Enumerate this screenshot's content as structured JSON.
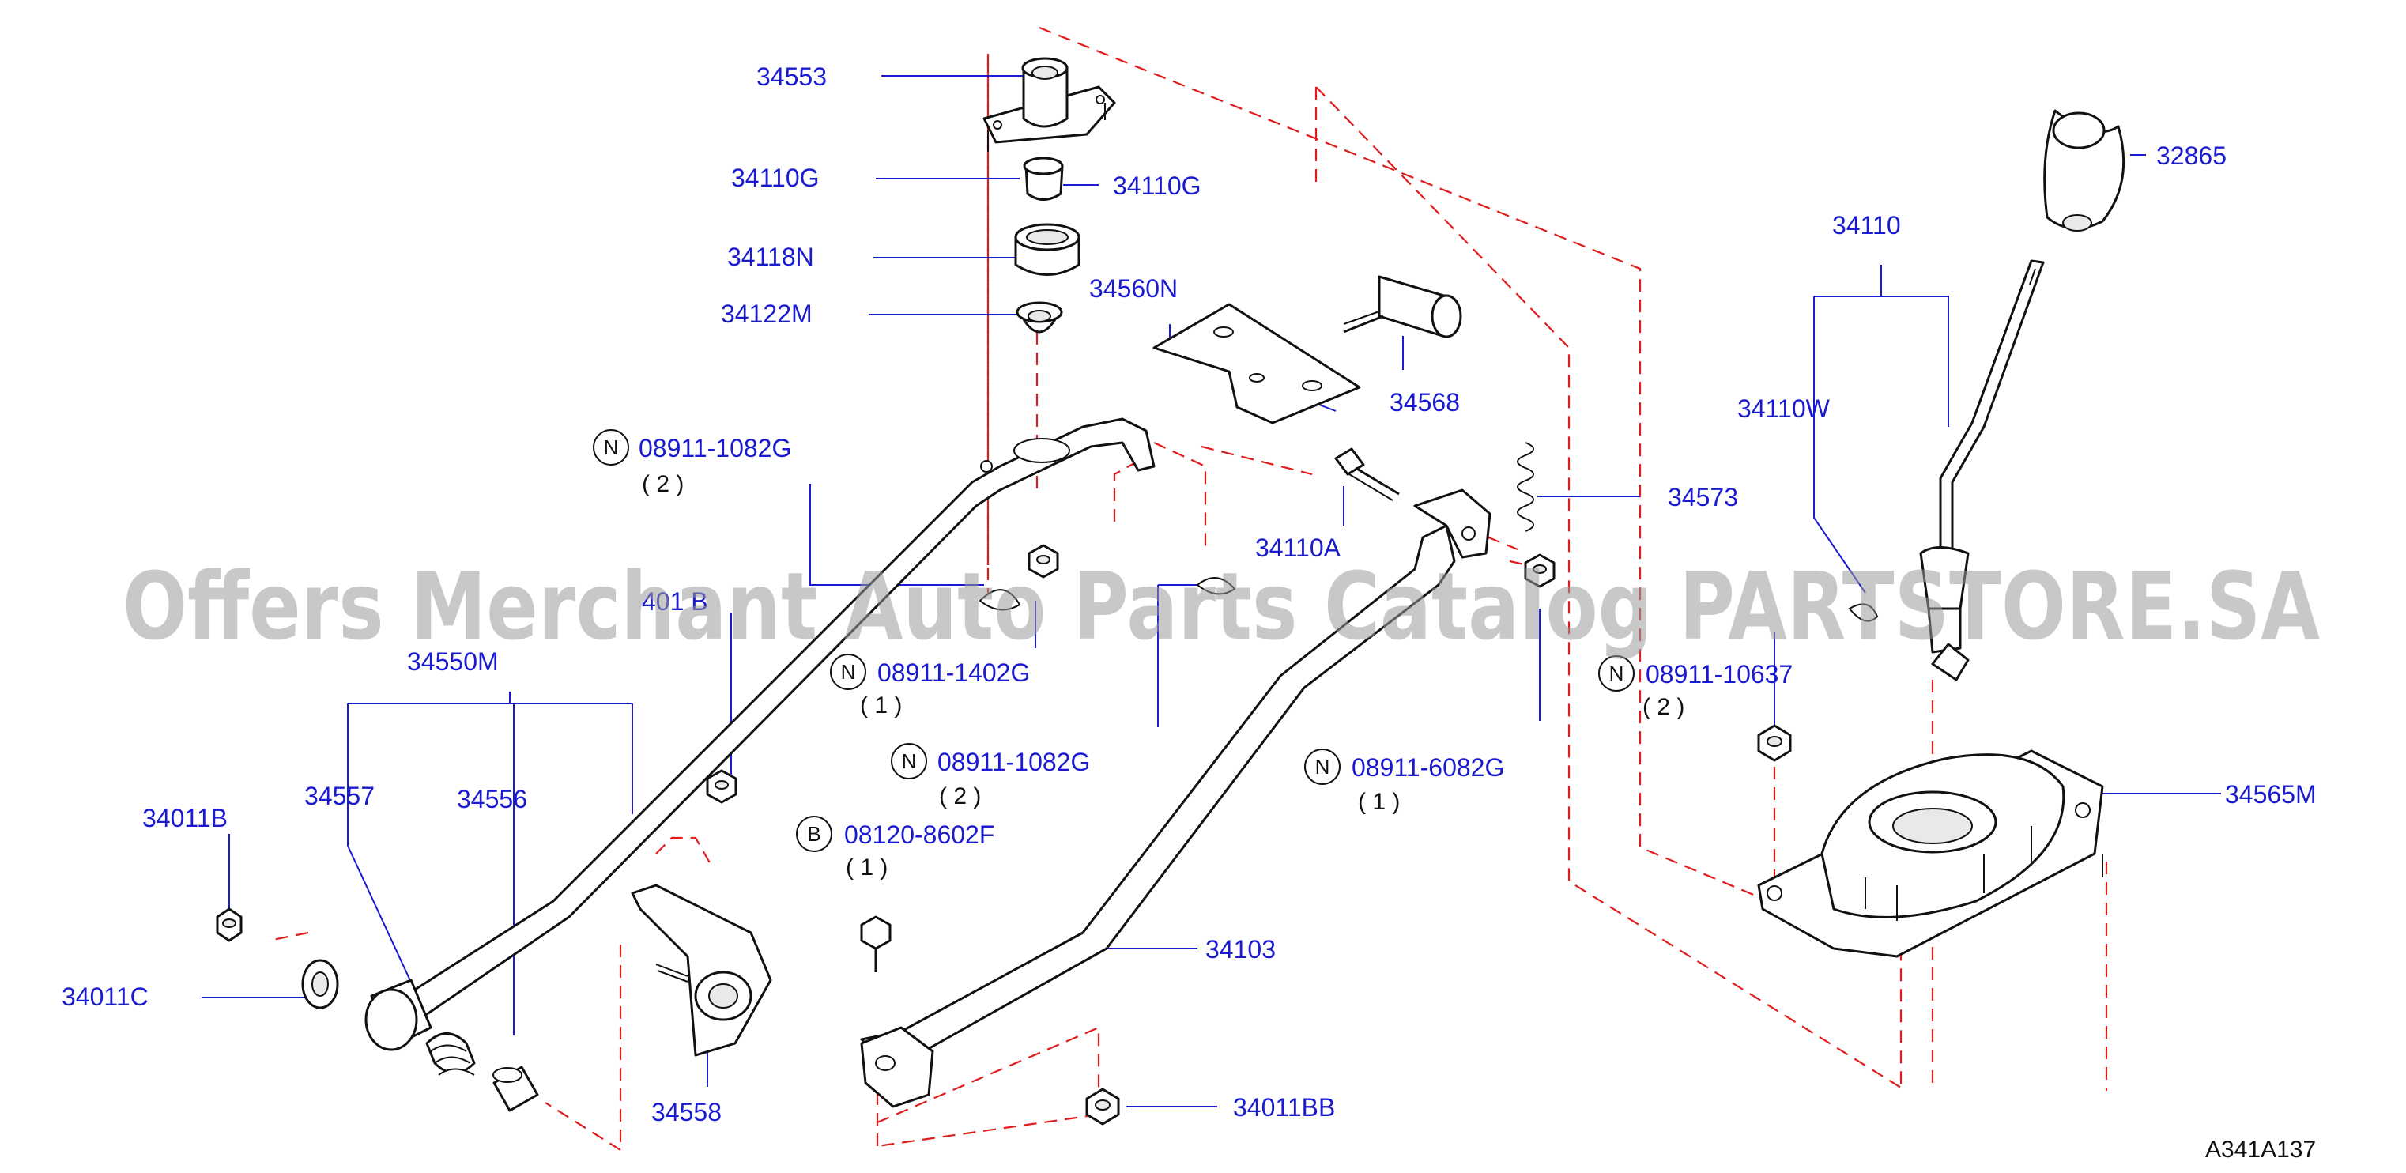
{
  "diagram": {
    "watermark": "Offers Merchant Auto Parts Catalog PARTSTORE.SA",
    "diagram_code": "A341A137",
    "part_labels": {
      "p34553": "34553",
      "p34110G_a": "34110G",
      "p34110G_b": "34110G",
      "p34118N": "34118N",
      "p34122M": "34122M",
      "p34560N": "34560N",
      "p34568": "34568",
      "p34573": "34573",
      "p34110A": "34110A",
      "p32865": "32865",
      "p34110": "34110",
      "p34110W": "34110W",
      "p34550M": "34550M",
      "p34557": "34557",
      "p34556": "34556",
      "p34011B": "34011B",
      "p34011C": "34011C",
      "p34558": "34558",
      "p34103": "34103",
      "p34011BB": "34011BB",
      "p34565M": "34565M",
      "p_partial": "401 B"
    },
    "fastener_labels": [
      {
        "badge": "N",
        "part": "08911-1082G",
        "qty": "( 2 )"
      },
      {
        "badge": "N",
        "part": "08911-1402G",
        "qty": "( 1 )"
      },
      {
        "badge": "N",
        "part": "08911-1082G",
        "qty": "( 2 )"
      },
      {
        "badge": "B",
        "part": "08120-8602F",
        "qty": "( 1 )"
      },
      {
        "badge": "N",
        "part": "08911-6082G",
        "qty": "( 1 )"
      },
      {
        "badge": "N",
        "part": "08911-10637",
        "qty": "( 2 )"
      }
    ],
    "colors": {
      "label": "#1a1ad0",
      "dashed_line": "#e01c1c",
      "part_outline": "#111111",
      "watermark": "#9a9a9a"
    }
  }
}
